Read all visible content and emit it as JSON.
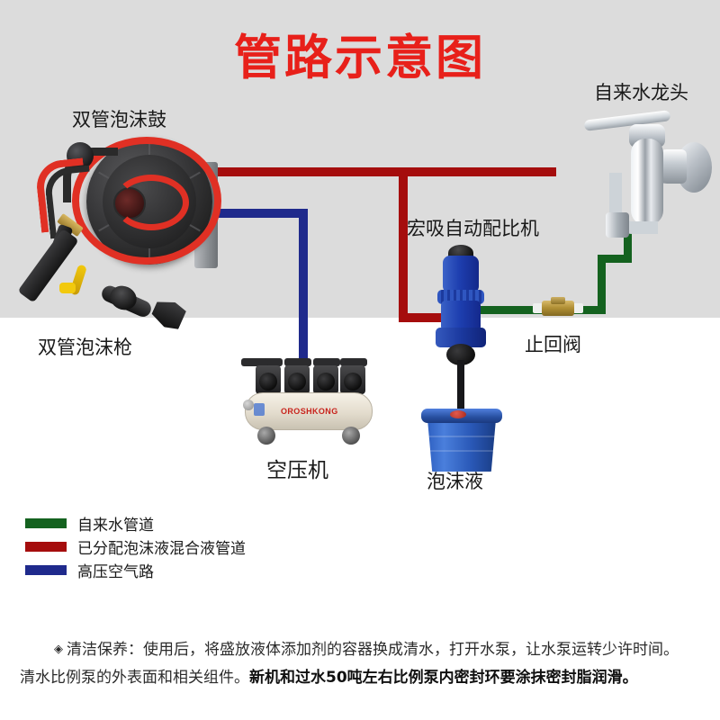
{
  "title": "管路示意图",
  "colors": {
    "title_red": "#e8201a",
    "water_green": "#14621f",
    "foam_mix_red": "#a50d0d",
    "air_navy": "#1f2a8c",
    "bg_top": "#dcdcdc",
    "bg_bottom": "#ffffff"
  },
  "labels": {
    "reel": "双管泡沫鼓",
    "gun": "双管泡沫枪",
    "faucet": "自来水龙头",
    "proportioner": "宏吸自动配比机",
    "check_valve": "止回阀",
    "compressor": "空压机",
    "foam_liquid": "泡沫液"
  },
  "equipment": {
    "compressor_brand": "OROSHKONG"
  },
  "legend": [
    {
      "swatch": "#14621f",
      "label": "自来水管道"
    },
    {
      "swatch": "#a50d0d",
      "label": "已分配泡沫液混合液管道"
    },
    {
      "swatch": "#1f2a8c",
      "label": "高压空气路"
    }
  ],
  "footer": {
    "bullet": "◈",
    "line1": "清洁保养：使用后，将盛放液体添加剂的容器换成清水，打开水泵，让水泵运转少许时间。",
    "line2_normal": "清水比例泵的外表面和相关组件。",
    "line2_bold": "新机和过水50吨左右比例泵内密封环要涂抹密封脂润滑。"
  }
}
